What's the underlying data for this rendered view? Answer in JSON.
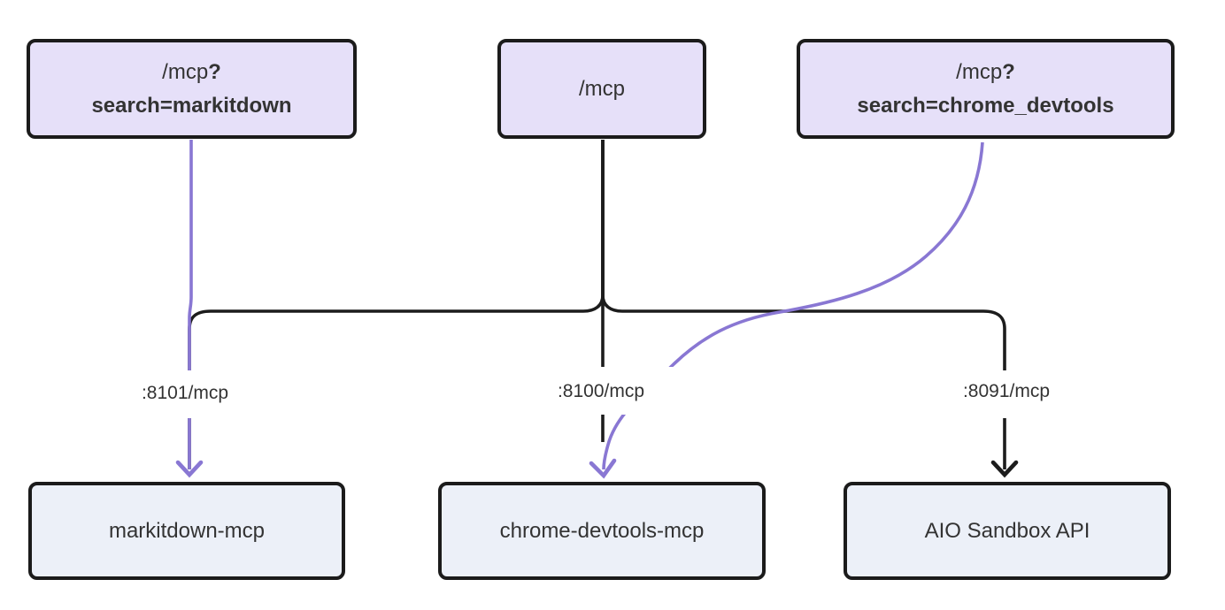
{
  "diagram": {
    "background": "#ffffff",
    "colors": {
      "node_border": "#1b1b1b",
      "route_node_fill": "#e6e0f9",
      "service_node_fill": "#ecf0f8",
      "edge_black": "#1c1c1c",
      "edge_purple": "#8977d3",
      "text": "#333333",
      "label_bg": "#ffffff"
    },
    "route_nodes": [
      {
        "line1": "/mcp",
        "line1_bold": "?",
        "line2": "search=markitdown"
      },
      {
        "line1": "/mcp",
        "line1_bold": "",
        "line2": ""
      },
      {
        "line1": "/mcp",
        "line1_bold": "?",
        "line2": "search=chrome_devtools"
      }
    ],
    "service_nodes": [
      {
        "label": "markitdown-mcp"
      },
      {
        "label": "chrome-devtools-mcp"
      },
      {
        "label": "AIO Sandbox API"
      }
    ],
    "edge_labels": [
      ":8101/mcp",
      ":8100/mcp",
      ":8091/mcp"
    ],
    "edges": [
      {
        "from": "/mcp?search=markitdown",
        "to": "markitdown-mcp",
        "label": ":8101/mcp",
        "color": "purple"
      },
      {
        "from": "/mcp",
        "to": "markitdown-mcp",
        "label": ":8101/mcp",
        "color": "black"
      },
      {
        "from": "/mcp",
        "to": "chrome-devtools-mcp",
        "label": ":8100/mcp",
        "color": "black"
      },
      {
        "from": "/mcp",
        "to": "AIO Sandbox API",
        "label": ":8091/mcp",
        "color": "black"
      },
      {
        "from": "/mcp?search=chrome_devtools",
        "to": "chrome-devtools-mcp",
        "label": ":8100/mcp",
        "color": "purple"
      }
    ]
  }
}
